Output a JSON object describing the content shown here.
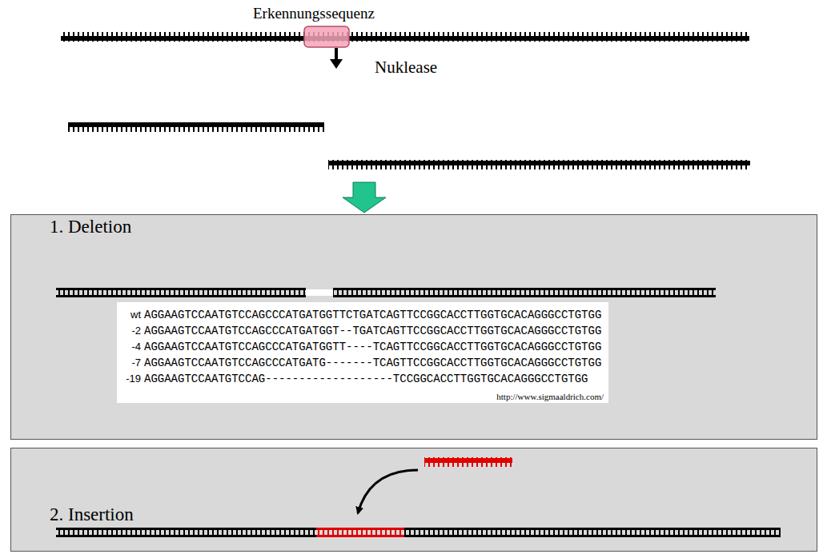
{
  "diagram": {
    "nodes": [
      {
        "text": [
          "1. Deletion"
        ]
      },
      {
        "text": [
          "2. Insertion"
        ]
      },
      {
        "text": [
          "wt",
          "AGGAAGTCCAATGTCCAGCCCATGATGGTTCTGATCAGTTCCGGCACCTTGGTGCACAGGGCCTGTGG",
          "-2",
          "AGGAAGTCCAATGTCCAGCCCATGATGGT--TGATCAGTTCCGGCACCTTGGTGCACAGGGCCTGTGG",
          "-4",
          "AGGAAGTCCAATGTCCAGCCCATGATGGTT----TCAGTTCCGGCACCTTGGTGCACAGGGCCTGTGG",
          "-7",
          "AGGAAGTCCAATGTCCAGCCCATGATG-------TCAGTTCCGGCACCTTGGTGCACAGGGCCTGTGG",
          "-19",
          "AGGAAGTCCAATGTCCAG-------------------TCCGGCACCTTGGTGCACAGGGCCTGTGG",
          "http://www.sigmaaldrich.com/"
        ],
        "in": 0
      }
    ],
    "edges": [],
    "labels": [
      "Erkennungssequenz",
      "Nuklease"
    ]
  }
}
